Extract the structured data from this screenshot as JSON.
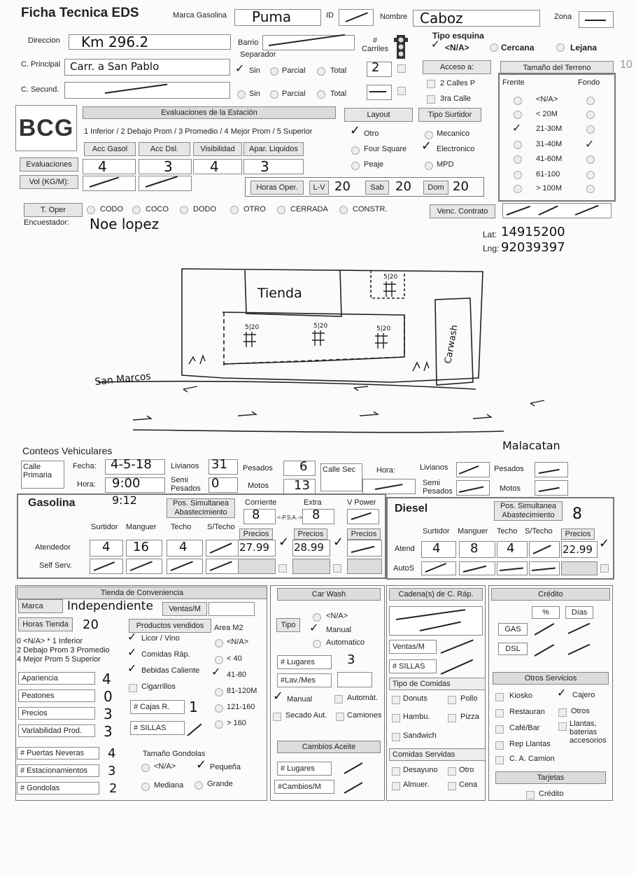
{
  "header": {
    "title": "Ficha Tecnica EDS",
    "marca_label": "Marca Gasolina",
    "marca_value": "Puma",
    "id_label": "ID",
    "nombre_label": "Nombre",
    "nombre_value": "Caboz",
    "zona_label": "Zona"
  },
  "direccion": {
    "label": "Direccion",
    "value": "Km 296.2",
    "barrio_label": "Barrio",
    "carriles_label": "# Carriles",
    "tipo_esquina_label": "Tipo esquina",
    "na": "<N/A>",
    "cercana": "Cercana",
    "lejana": "Lejana"
  },
  "principal": {
    "label": "C. Principal",
    "value": "Carr. a San Pablo",
    "separador": "Separador",
    "sin": "Sin",
    "parcial": "Parcial",
    "total": "Total",
    "carriles": "2",
    "acceso": "Acceso a:",
    "calles2": "2 Calles P",
    "calle3": "3ra Calle"
  },
  "secund": {
    "label": "C. Secund."
  },
  "terreno": {
    "label": "Tamaño del Terreno",
    "frente": "Frente",
    "fondo": "Fondo",
    "sizes": [
      "<N/A>",
      "< 20M",
      "21-30M",
      "31-40M",
      "41-60M",
      "61-100",
      "> 100M"
    ],
    "margin_note": "10"
  },
  "evaluaciones": {
    "title": "Evaluaciones de la Estación",
    "scale": "1 Inferior / 2 Debajo Prom / 3 Promedio / 4 Mejor Prom / 5 Superior",
    "cols": [
      "Acc Gasol",
      "Acc Dsl.",
      "Visibilidad",
      "Apar. Liquidos"
    ],
    "row_label": "Evaluaciones",
    "values": [
      "4",
      "3",
      "4",
      "3"
    ],
    "vol_label": "Vol (KG/M):"
  },
  "layout": {
    "label": "Layout",
    "otro": "Otro",
    "four": "Four Square",
    "peaje": "Peaje"
  },
  "surtidor": {
    "label": "Tipo Surtidor",
    "mecanico": "Mecanico",
    "electronico": "Electronico",
    "mpd": "MPD"
  },
  "horas": {
    "label": "Horas Oper.",
    "lv": "L-V",
    "lv_value": "20",
    "sab": "Sab",
    "sab_value": "20",
    "dom": "Dom",
    "dom_value": "20"
  },
  "toper": {
    "label": "T. Oper",
    "opts": [
      "CODO",
      "COCO",
      "DODO",
      "OTRO",
      "CERRADA",
      "CONSTR."
    ],
    "venc": "Venc. Contrato",
    "encuestador_label": "Encuestador:",
    "encuestador": "Noe lopez"
  },
  "coords": {
    "lat_label": "Lat:",
    "lat": "14915200",
    "lng_label": "Lng:",
    "lng": "92039397"
  },
  "sketch": {
    "tienda": "Tienda",
    "carwash": "Carwash",
    "san_marcos": "San Marcos",
    "malacatan": "Malacatan",
    "pump": "5|20"
  },
  "conteos": {
    "title": "Conteos Vehiculares",
    "calle_primaria": "Calle Primaria",
    "fecha_label": "Fecha:",
    "fecha": "4-5-18",
    "hora_label": "Hora:",
    "hora": "9:00",
    "livianos": "Livianos",
    "livianos_v": "31",
    "pesados": "Pesados",
    "pesados_v": "6",
    "semi": "Semi Pesados",
    "semi_v": "0",
    "motos": "Motos",
    "motos_v": "13",
    "calle_sec": "Calle Sec",
    "hora2": "Hora:"
  },
  "gasolina": {
    "title": "Gasolina",
    "time": "9:12",
    "pos": "Pos. Simultanea Abastecimiento",
    "cols": [
      "Surtidor",
      "Manguer",
      "Techo",
      "S/Techo"
    ],
    "atendedor": "Atendedor",
    "at_values": [
      "4",
      "16",
      "4"
    ],
    "self": "Self Serv.",
    "corriente": "Corriente",
    "extra": "Extra",
    "vpower": "V Power",
    "c_val": "8",
    "e_val": "8",
    "psa": "<-P.S.A.->",
    "precios": "Precios",
    "p1": "27.99",
    "p2": "28.99"
  },
  "diesel": {
    "title": "Diesel",
    "pos": "Pos. Simultanea Abastecimiento",
    "pos_val": "8",
    "cols": [
      "Surtidor",
      "Manguer",
      "Techo",
      "S/Techo"
    ],
    "atend": "Atend",
    "autos": "AutoS",
    "values": [
      "4",
      "8",
      "4"
    ],
    "precios": "Precios",
    "price": "22.99"
  },
  "tienda": {
    "title": "Tienda de Conveniencia",
    "marca": "Marca",
    "marca_v": "Independiente",
    "ventas": "Ventas/M",
    "horas": "Horas Tienda",
    "horas_v": "20",
    "productos": "Productos vendidos",
    "area": "Area M2",
    "scale": [
      "0 <N/A>   * 1 Inferior",
      "2 Debajo Prom  3 Promedio",
      "4 Mejor Prom   5 Superior"
    ],
    "prod": [
      "Licor / Vino",
      "Comidas Ráp.",
      "Bebidas Caliente",
      "Cigarrillos"
    ],
    "areas": [
      "<N/A>",
      "< 40",
      "41-80",
      "81-120M",
      "121-160",
      "> 160"
    ],
    "ratings": [
      "Apariencia",
      "Peatones",
      "Precios",
      "Varlabilidad Prod."
    ],
    "rating_v": [
      "4",
      "0",
      "3",
      "3"
    ],
    "cajas": "# Cajas R.",
    "cajas_v": "1",
    "sillas": "# SILLAS",
    "neveras": "# Puertas Neveras",
    "neveras_v": "4",
    "estac": "# Estacionamientos",
    "estac_v": "3",
    "gondolas": "# Gondolas",
    "gondolas_v": "2",
    "tam_gond": "Tamaño Gondolas",
    "g_opts": [
      "<N/A>",
      "Pequeña",
      "Mediana",
      "Grande"
    ]
  },
  "carwash": {
    "title": "Car Wash",
    "tipo": "Tipo",
    "opts": [
      "<N/A>",
      "Manual",
      "Automatico"
    ],
    "lugares": "# Lugares",
    "lugares_v": "3",
    "lav": "#Lav./Mes",
    "checks": [
      "Manual",
      "Automát.",
      "Secado Aut.",
      "Camiones"
    ],
    "aceite": "Cambios Aceite",
    "ac_lug": "# Lugares",
    "ac_camb": "#Cambios/M"
  },
  "cadena": {
    "title": "Cadena(s) de C. Ráp.",
    "ventas": "Ventas/M",
    "sillas": "# SILLAS",
    "tipo": "Tipo de Comidas",
    "tipos": [
      "Donuts",
      "Pollo",
      "Hambu.",
      "Pizza",
      "Sandwich"
    ],
    "servidas": "Comidas Servidas",
    "serv": [
      "Desayuno",
      "Otro",
      "Almuer.",
      "Cena"
    ]
  },
  "credito": {
    "title": "Crédito",
    "pct": "%",
    "dias": "Días",
    "gas": "GAS",
    "dsl": "DSL",
    "otros": "Otros Servicios",
    "servicios": [
      "Kiosko",
      "Cajero",
      "Restauran",
      "Otros",
      "Café/Bar",
      "Llantas, baterias accesorios",
      "Rep Llantas",
      "C. A. Camion"
    ],
    "tarjetas": "Tarjetas",
    "credito": "Crédito"
  }
}
